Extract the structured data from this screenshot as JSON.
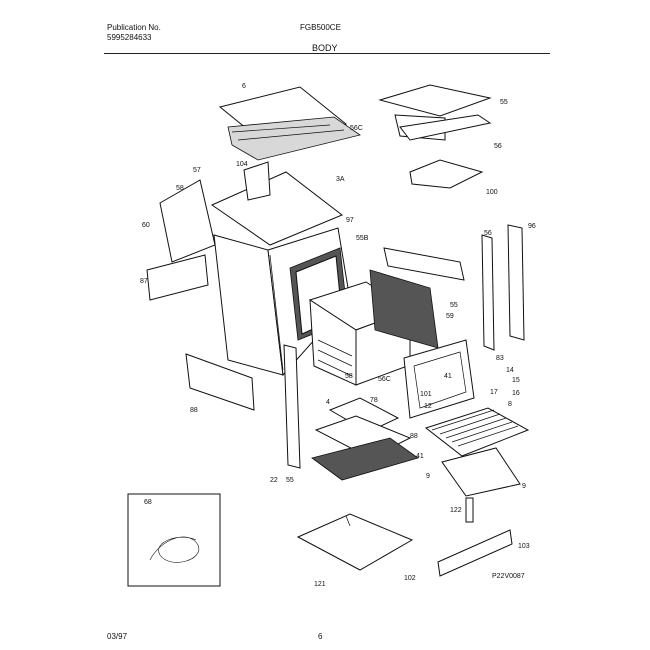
{
  "header": {
    "publication_label": "Publication No.",
    "publication_number": "5995284633",
    "model": "FGB500CE",
    "section": "BODY"
  },
  "footer": {
    "date": "03/97",
    "page": "6",
    "figure_code": "P22V0087"
  },
  "callouts": [
    "6",
    "56C",
    "55",
    "56",
    "100",
    "104",
    "57",
    "58",
    "60",
    "87",
    "3A",
    "97",
    "55B",
    "56",
    "96",
    "55",
    "59",
    "56C",
    "58",
    "83",
    "14",
    "15",
    "16",
    "17",
    "41",
    "101",
    "4",
    "78",
    "12",
    "8",
    "88",
    "41",
    "9",
    "22",
    "55",
    "9",
    "88",
    "68",
    "122",
    "121",
    "102",
    "103"
  ]
}
